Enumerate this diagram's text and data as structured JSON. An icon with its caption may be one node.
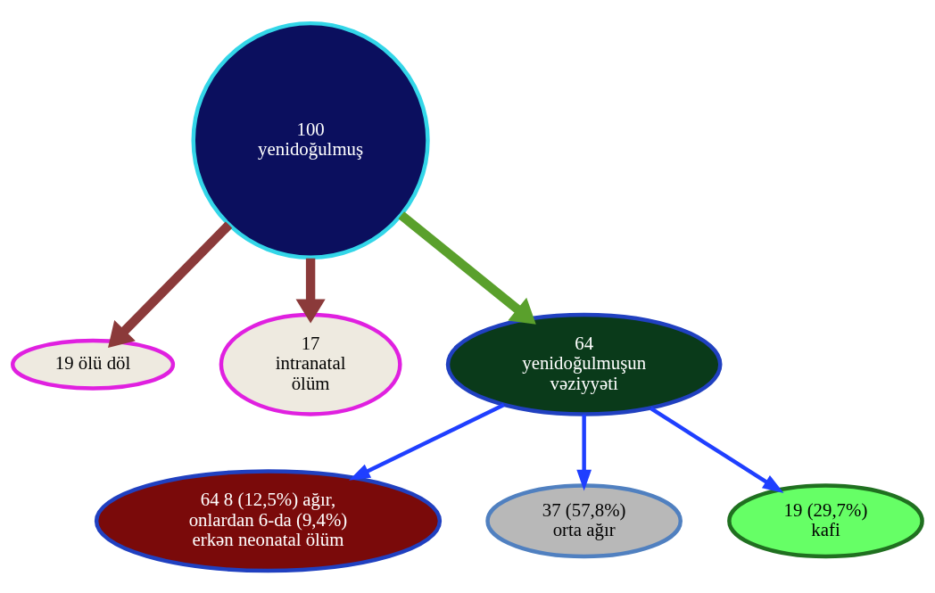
{
  "diagram": {
    "nodes": [
      {
        "text": [
          "100 yenidoğulmuş"
        ]
      },
      {
        "text": [
          "19 ölü döl"
        ]
      },
      {
        "text": [
          "17 intranatal ölüm"
        ]
      },
      {
        "text": [
          "64 yenidoğulmuşun vəziyyəti"
        ]
      },
      {
        "text": [
          "64 8 (12,5%) ağır, onlardan 6-da (9,4%) erkən neonatal ölüm"
        ]
      },
      {
        "text": [
          "37 (57,8%) orta ağır"
        ]
      },
      {
        "text": [
          "19 (29,7%) kafi"
        ]
      }
    ],
    "edges": [
      {
        "from": 0,
        "to": 1,
        "arrow": "to",
        "style": "thick",
        "color": "#8b3a3a"
      },
      {
        "from": 0,
        "to": 2,
        "arrow": "to",
        "style": "thick",
        "color": "#8b3a3a"
      },
      {
        "from": 0,
        "to": 3,
        "arrow": "to",
        "style": "thick",
        "color": "#5aa02c"
      },
      {
        "from": 3,
        "to": 4,
        "arrow": "to"
      },
      {
        "from": 3,
        "to": 5,
        "arrow": "to"
      },
      {
        "from": 3,
        "to": 6,
        "arrow": "to"
      }
    ]
  }
}
